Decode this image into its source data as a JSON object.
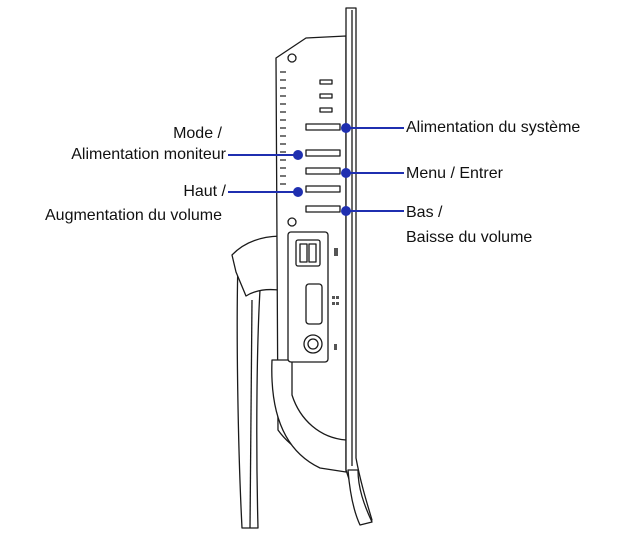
{
  "colors": {
    "callout": "#1f2fb0",
    "outline": "#1a1a1a",
    "fill": "#ffffff",
    "detail": "#555555"
  },
  "labels": {
    "mode": {
      "line1": "Mode /",
      "line2": "Alimentation moniteur"
    },
    "haut": {
      "line1": "Haut /",
      "line2": "Augmentation du volume"
    },
    "systeme": {
      "line1": "Alimentation du système"
    },
    "menu": {
      "line1": "Menu / Entrer"
    },
    "bas": {
      "line1": "Bas /",
      "line2": "Baisse du volume"
    }
  }
}
